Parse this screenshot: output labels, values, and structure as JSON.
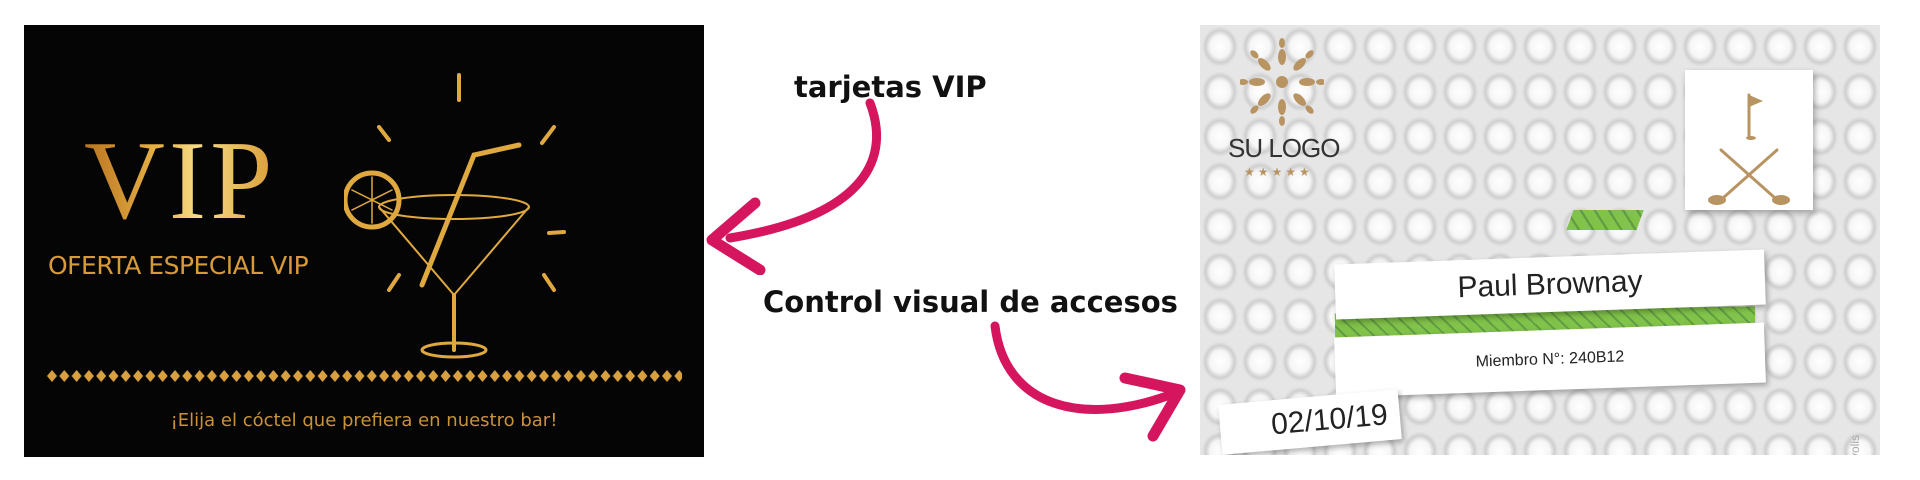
{
  "vip_card": {
    "title": "VIP",
    "subtitle": "OFERTA ESPECIAL VIP",
    "footer": "¡Elija el cóctel que prefiera en nuestro bar!",
    "icon": "cocktail-glass-icon",
    "colors": {
      "background": "#050505",
      "gold": "#d9a040"
    }
  },
  "labels": {
    "vip": "tarjetas VIP",
    "access": "Control visual de accesos"
  },
  "arrow_color": "#d6155f",
  "golf_card": {
    "logo_text": "SU LOGO",
    "stars": "★★★★★",
    "name": "Paul Brownay",
    "member": "Miembro N°: 240B12",
    "date": "02/10/19",
    "watermark": "©Evolis",
    "icon": "golf-flag-crossed-clubs-icon",
    "colors": {
      "accent": "#7cc142",
      "gold": "#b99463"
    }
  }
}
